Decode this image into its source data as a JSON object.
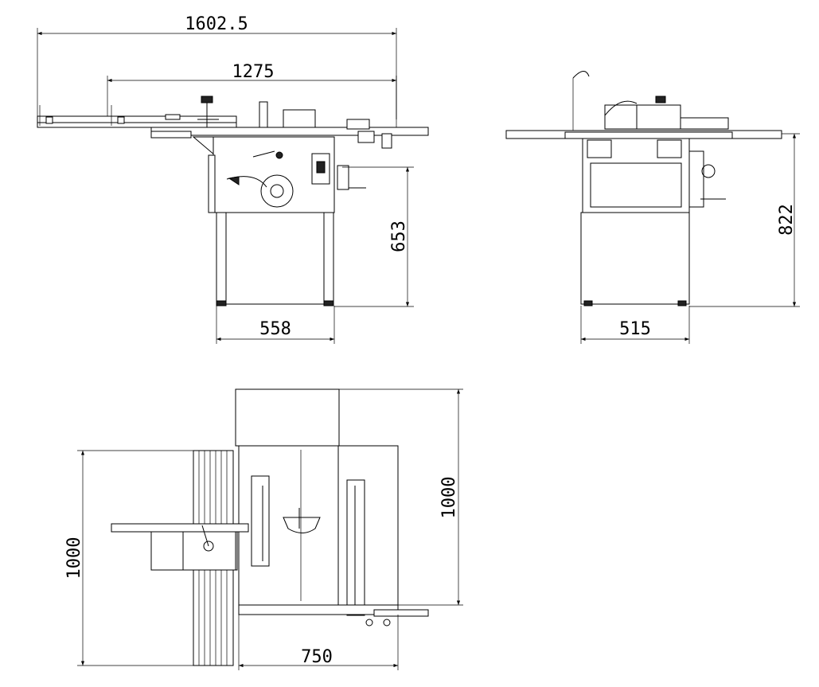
{
  "front_view": {
    "overall_width": "1602.5",
    "table_width": "1275",
    "height": "653",
    "base_width": "558"
  },
  "side_view": {
    "height": "822",
    "base_width": "515"
  },
  "top_view": {
    "depth_right": "1000",
    "depth_left": "1000",
    "width": "750"
  }
}
